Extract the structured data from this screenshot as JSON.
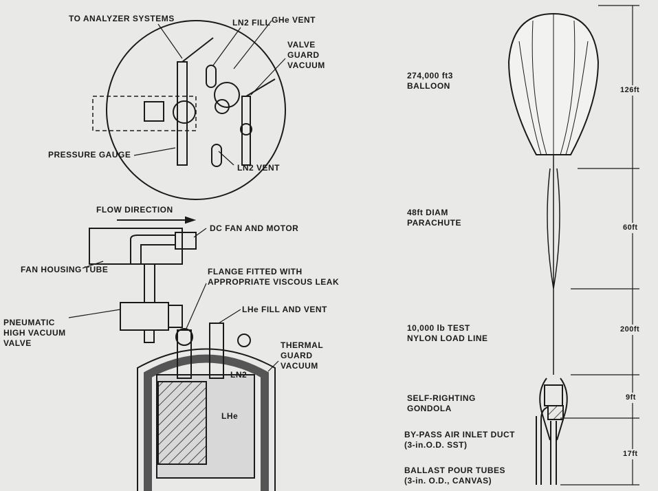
{
  "instrument": {
    "labels": {
      "to_analyzer": "TO ANALYZER SYSTEMS",
      "ln2_fill": "LN2 FILL",
      "ghe_vent": "GHe VENT",
      "valve_guard_vacuum": "VALVE\nGUARD\nVACUUM",
      "pressure_gauge": "PRESSURE GAUGE",
      "ln2_vent": "LN2 VENT",
      "flow_direction": "FLOW DIRECTION",
      "dc_fan": "DC FAN AND MOTOR",
      "fan_housing": "FAN HOUSING TUBE",
      "flange": "FLANGE FITTED WITH\nAPPROPRIATE VISCOUS LEAK",
      "pneumatic_valve": "PNEUMATIC\nHIGH VACUUM\nVALVE",
      "lhe_fill": "LHe FILL AND VENT",
      "thermal_guard": "THERMAL\nGUARD\nVACUUM",
      "ln2": "LN2",
      "lhe": "LHe"
    }
  },
  "flight_train": {
    "labels": {
      "balloon": "274,000 ft3\nBALLOON",
      "parachute": "48ft DIAM\nPARACHUTE",
      "load_line": "10,000 lb TEST\nNYLON LOAD LINE",
      "gondola": "SELF-RIGHTING\nGONDOLA",
      "duct": "BY-PASS AIR INLET DUCT\n(3-in.O.D. SST)",
      "ballast": "BALLAST POUR TUBES\n(3-in. O.D., CANVAS)"
    },
    "dimensions": [
      "126ft",
      "60ft",
      "200ft",
      "9ft",
      "17ft"
    ]
  }
}
